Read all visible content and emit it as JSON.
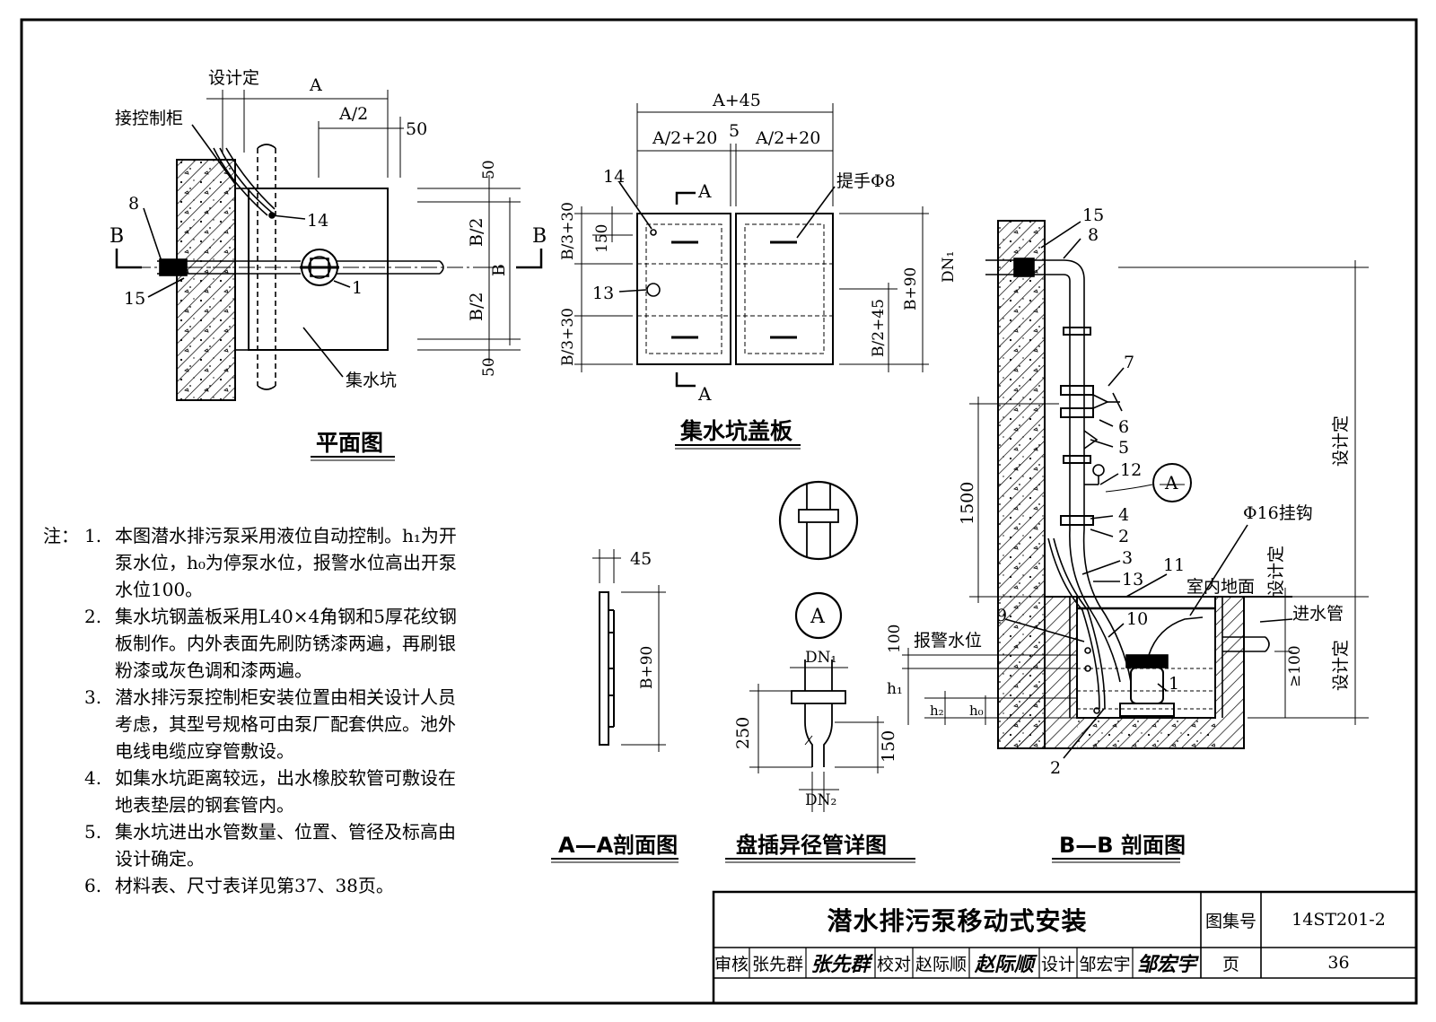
{
  "plan": {
    "title": "平面图",
    "design": "设计定",
    "dim_a": "A",
    "dim_a_half": "A/2",
    "dim_50": "50",
    "control": "接控制柜",
    "section_b": "B",
    "b_half": "B/2",
    "b": "B",
    "pit": "集水坑",
    "tags": {
      "t1": "1",
      "t8": "8",
      "t14": "14",
      "t15": "15"
    }
  },
  "cover": {
    "title": "集水坑盖板",
    "dim_a45": "A+45",
    "dim_a2_20": "A/2+20",
    "dim_5": "5",
    "handle": "提手Φ8",
    "section_a": "A",
    "dim_b3_30": "B/3+30",
    "dim_150": "150",
    "dim_b2_45": "B/2+45",
    "dim_b90": "B+90",
    "tag13": "13",
    "tag14": "14"
  },
  "aa": {
    "title": "A—A剖面图",
    "dim_45": "45",
    "dim_b90": "B+90"
  },
  "detail": {
    "title": "盘插异径管详图",
    "circle_label": "A",
    "dn1": "DN₁",
    "dn2": "DN₂",
    "dim_250": "250",
    "dim_150": "150"
  },
  "bb": {
    "title": "B—B 剖面图",
    "dn1": "DN₁",
    "design": "设计定",
    "dim_1500": "1500",
    "hook": "Φ16挂钩",
    "floor": "室内地面",
    "inlet": "进水管",
    "alarm": "报警水位",
    "dim_100": "100",
    "dim_ge100": "≥100",
    "h1": "h₁",
    "h2": "h₂",
    "h0": "h₀",
    "circle_a": "A",
    "tags": {
      "t15": "15",
      "t8": "8",
      "t7": "7",
      "t6": "6",
      "t5": "5",
      "t12": "12",
      "t4": "4",
      "t2": "2",
      "t3": "3",
      "t13": "13",
      "t11": "11",
      "t9": "9",
      "t10": "10",
      "t1": "1",
      "t2b": "2"
    }
  },
  "notes": {
    "label": "注：",
    "items": [
      {
        "num": "1.",
        "lines": [
          "本图潜水排污泵采用液位自动控制。h₁为开",
          "泵水位，h₀为停泵水位，报警水位高出开泵",
          "水位100。"
        ]
      },
      {
        "num": "2.",
        "lines": [
          "集水坑钢盖板采用L40×4角钢和5厚花纹钢",
          "板制作。内外表面先刷防锈漆两遍，再刷银",
          "粉漆或灰色调和漆两遍。"
        ]
      },
      {
        "num": "3.",
        "lines": [
          "潜水排污泵控制柜安装位置由相关设计人员",
          "考虑，其型号规格可由泵厂配套供应。池外",
          "电线电缆应穿管敷设。"
        ]
      },
      {
        "num": "4.",
        "lines": [
          "如集水坑距离较远，出水橡胶软管可敷设在",
          "地表垫层的钢套管内。"
        ]
      },
      {
        "num": "5.",
        "lines": [
          "集水坑进出水管数量、位置、管径及标高由",
          "设计确定。"
        ]
      },
      {
        "num": "6.",
        "lines": [
          "材料表、尺寸表详见第37、38页。"
        ]
      }
    ]
  },
  "titleblock": {
    "title": "潜水排污泵移动式安装",
    "atlas_label": "图集号",
    "atlas_no": "14ST201-2",
    "review_label": "审核",
    "reviewer": "张先群",
    "check_label": "校对",
    "checker": "赵际顺",
    "design_label": "设计",
    "designer": "邹宏宇",
    "page_label": "页",
    "page_no": "36"
  }
}
